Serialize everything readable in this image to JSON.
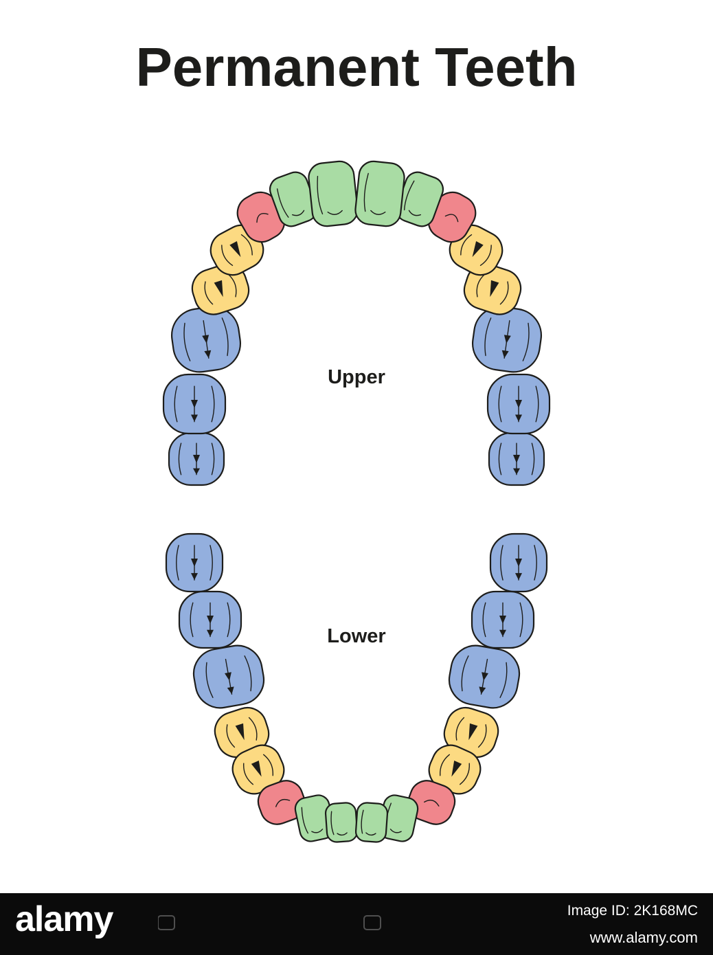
{
  "title": "Permanent Teeth",
  "arches": {
    "upper_label": "Upper",
    "lower_label": "Lower"
  },
  "tooth_colors": {
    "molar": "#93afde",
    "premolar": "#fcda82",
    "canine": "#f0868c",
    "incisor": "#a9dca4",
    "outline": "#1d1d1b"
  },
  "footer": {
    "brand": "alamy",
    "image_id": "Image ID: 2K168MC",
    "site": "www.alamy.com"
  }
}
